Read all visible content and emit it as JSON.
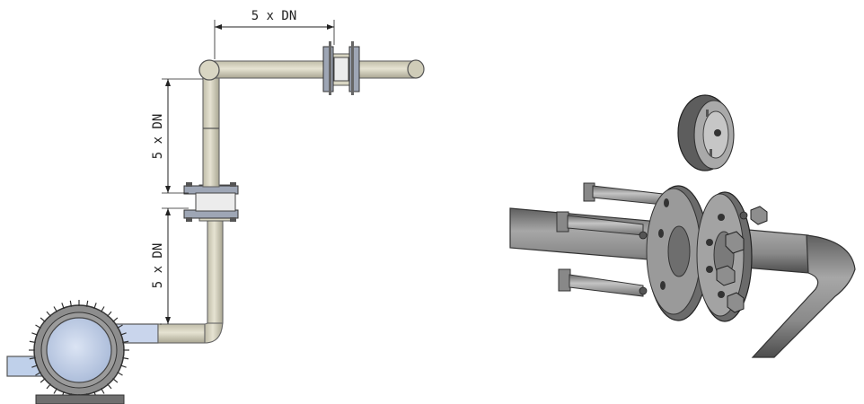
{
  "dimensions": {
    "horizontal_label": "5 x DN",
    "vertical_upper_label": "5 x DN",
    "vertical_lower_label": "5 x DN"
  },
  "colors": {
    "pipe_fill": "#d9d6c3",
    "pump_fill": "#c9d5ec",
    "inlet_fill": "#bfd0ea",
    "flange_fill": "#9ea6b5",
    "render_pipe": "#8c8c8c",
    "render_dark": "#5a5a5a"
  }
}
